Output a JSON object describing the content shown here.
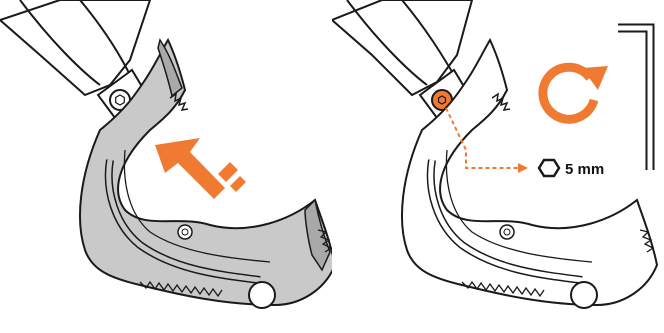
{
  "steps": [
    {
      "id": "remove-pick",
      "direction_hint": "slide-out-upper-left"
    },
    {
      "id": "tighten-bolt",
      "rotation": "clockwise"
    }
  ],
  "tool": {
    "name": "hex-key",
    "size_label": "5 mm"
  },
  "colors": {
    "accent": "#F07A32",
    "outline": "#1a1a1a",
    "pick_fill": "#c9c9c9",
    "pick_fill_dark": "#a9a9a9",
    "background": "#ffffff"
  },
  "icons": [
    "hex-bolt-icon",
    "hexagon-icon",
    "rotate-clockwise-icon",
    "hex-key-icon",
    "arrow-up-left-icon",
    "dotted-arrow-icon"
  ]
}
